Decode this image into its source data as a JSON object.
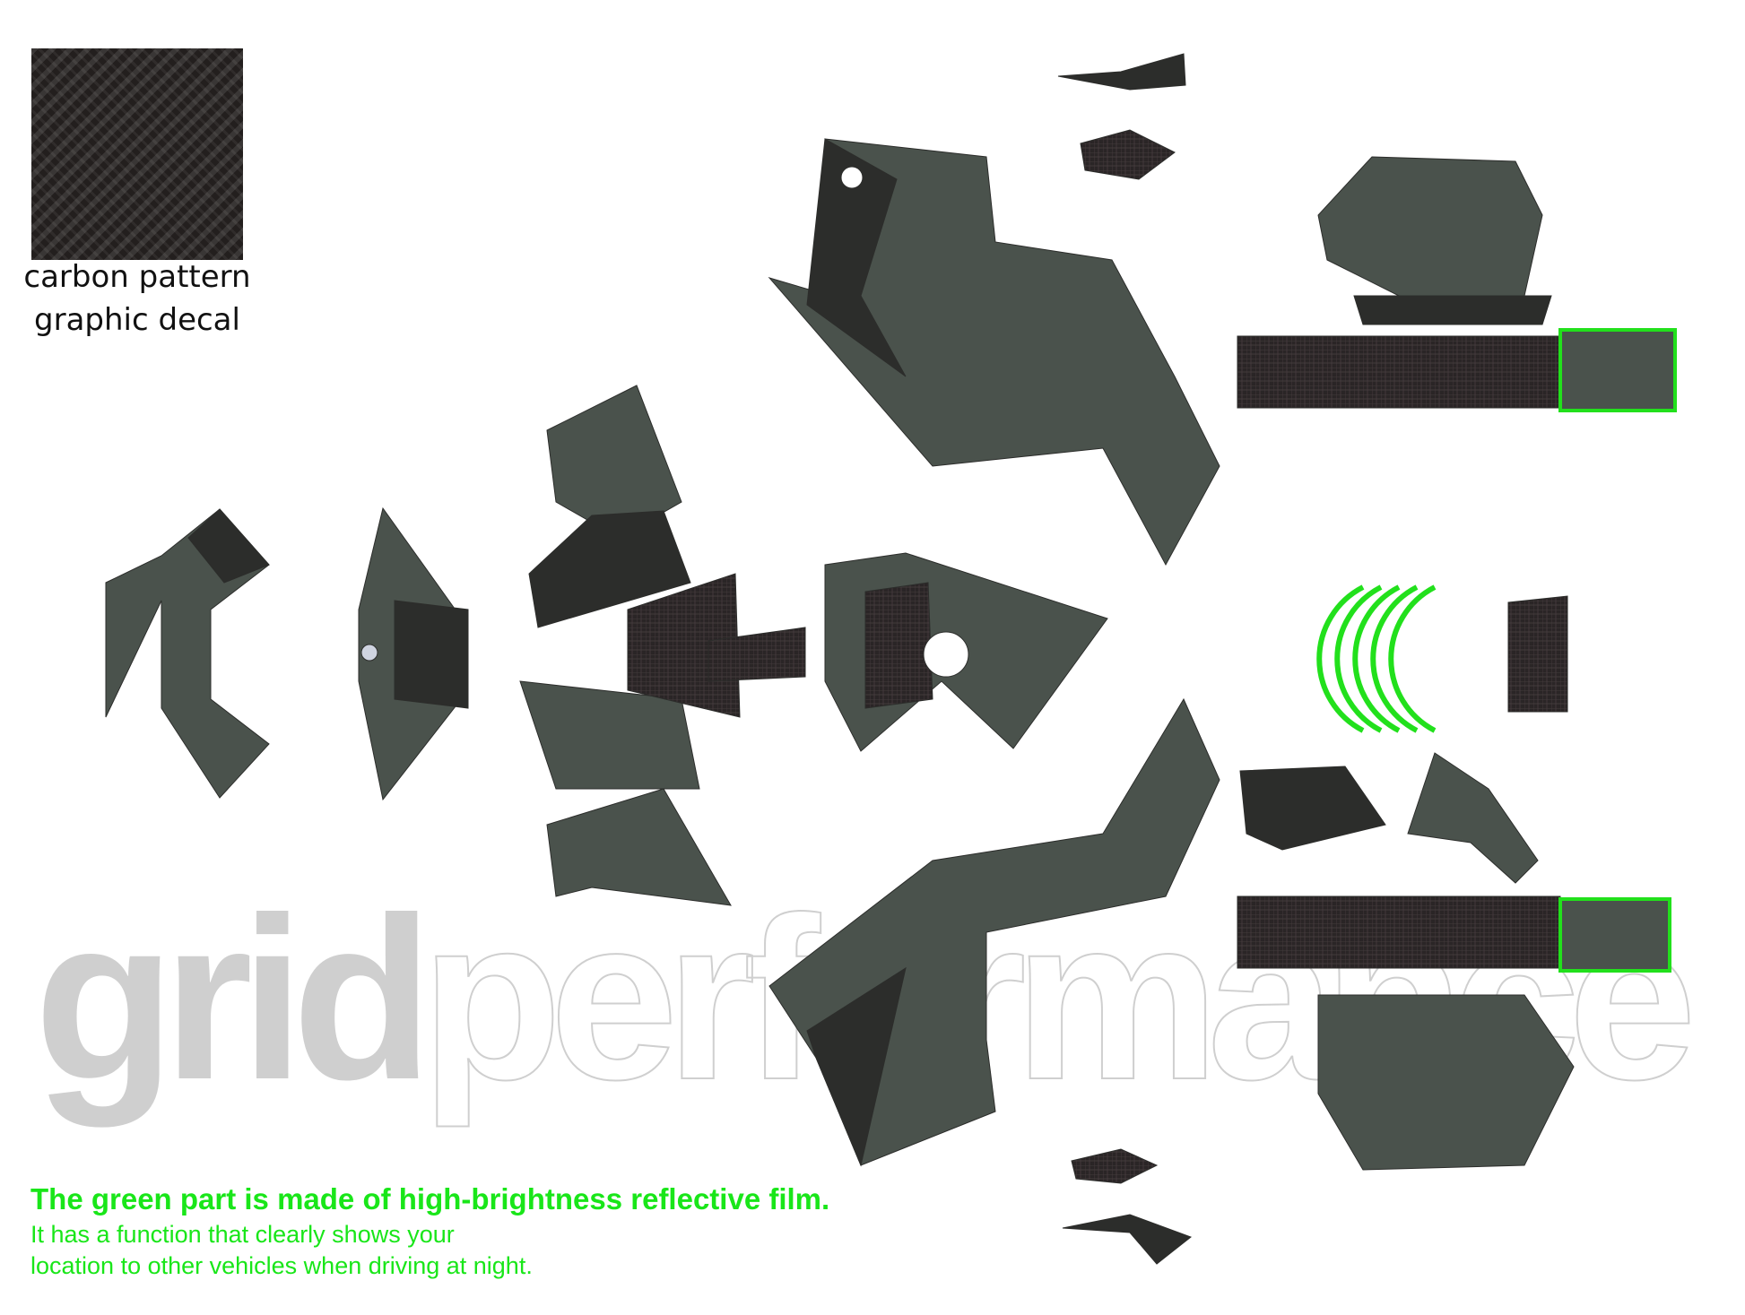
{
  "swatch": {
    "label_line1": "carbon pattern",
    "label_line2": "graphic decal"
  },
  "watermark": {
    "part1": "grid",
    "part2": "performance"
  },
  "note": {
    "title": "The green part is made of high-brightness reflective film.",
    "line1": "It has a function that clearly shows your",
    "line2": "location to other vehicles when driving at night."
  },
  "colors": {
    "panel_gray": "#4a524c",
    "panel_dark": "#2c2d2b",
    "carbon": "#2a2526",
    "reflective_green": "#22e01c",
    "watermark_gray": "#cfcfcf"
  }
}
